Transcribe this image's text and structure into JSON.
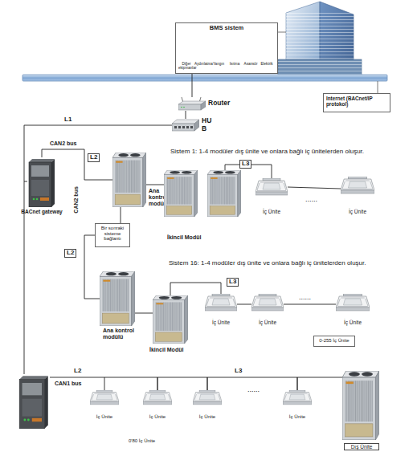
{
  "diagram": {
    "nodes": [
      {
        "text": [
          "BMS sistem"
        ]
      },
      {
        "text": [
          "Internet (BACnet/IP protokol)"
        ]
      },
      {
        "text": [
          "Router"
        ]
      },
      {
        "text": [
          "HU B"
        ]
      },
      {
        "text": [
          "BACnet gateway"
        ]
      },
      {
        "text": [
          "Ana kontrol modülü"
        ]
      },
      {
        "text": [
          "İkincil Modül"
        ]
      },
      {
        "text": [
          "İç Ünite"
        ]
      },
      {
        "text": [
          "İç Ünite"
        ]
      },
      {
        "text": [
          "Bir sonraki sisteme bağlantı"
        ]
      },
      {
        "text": [
          "Ana kontrol modülü"
        ]
      },
      {
        "text": [
          "İkincil Modül"
        ]
      },
      {
        "text": [
          "İç Ünite"
        ]
      },
      {
        "text": [
          "İç Ünite"
        ]
      },
      {
        "text": [
          "İç Ünite"
        ]
      },
      {
        "text": [
          "0-255 İç Ünite"
        ]
      },
      {
        "text": [
          "İç Ünite"
        ]
      },
      {
        "text": [
          "İç Ünite"
        ]
      },
      {
        "text": [
          "İç Ünite"
        ]
      },
      {
        "text": [
          "İç Ünite"
        ]
      },
      {
        "text": [
          "Dış Ünite"
        ]
      }
    ],
    "edges": [
      {
        "from": 0,
        "to": 2,
        "arrow": "none"
      },
      {
        "from": 2,
        "to": 3,
        "arrow": "none"
      },
      {
        "from": 3,
        "to": 4,
        "label": "L1",
        "arrow": "none"
      },
      {
        "from": 4,
        "to": 5,
        "label": "L2",
        "arrow": "none"
      },
      {
        "from": 5,
        "to": 6,
        "arrow": "none"
      },
      {
        "from": 6,
        "to": 7,
        "label": "L3",
        "arrow": "none"
      },
      {
        "from": 7,
        "to": 8,
        "arrow": "none"
      },
      {
        "from": 5,
        "to": 9,
        "arrow": "none"
      },
      {
        "from": 9,
        "to": 10,
        "label": "L2",
        "arrow": "none"
      },
      {
        "from": 10,
        "to": 11,
        "arrow": "none"
      },
      {
        "from": 11,
        "to": 12,
        "label": "L3",
        "arrow": "none"
      },
      {
        "from": 12,
        "to": 13,
        "arrow": "none"
      },
      {
        "from": 13,
        "to": 14,
        "arrow": "none"
      },
      {
        "from": 16,
        "to": 17,
        "arrow": "none"
      },
      {
        "from": 17,
        "to": 18,
        "arrow": "none"
      },
      {
        "from": 18,
        "to": 19,
        "arrow": "none"
      },
      {
        "from": 19,
        "to": 20,
        "arrow": "none"
      }
    ],
    "labels": [
      "Diğer ekipmanlar",
      "Aydınlatma",
      "Yangın",
      "Isıtma",
      "Asansör",
      "Elektrik",
      "CAN2 bus",
      "CAN2 bus",
      "Sistem 1: 1-4 modüler dış ünite ve onlara bağlı iç ünitelerden oluşur.",
      "......",
      "Sistem 16: 1-4 modüler dış ünite ve onlara bağlı iç ünitelerden oluşur.",
      "......",
      "L2",
      "L3",
      "CAN1 bus",
      "......",
      "0'80 İç Ünite"
    ]
  }
}
